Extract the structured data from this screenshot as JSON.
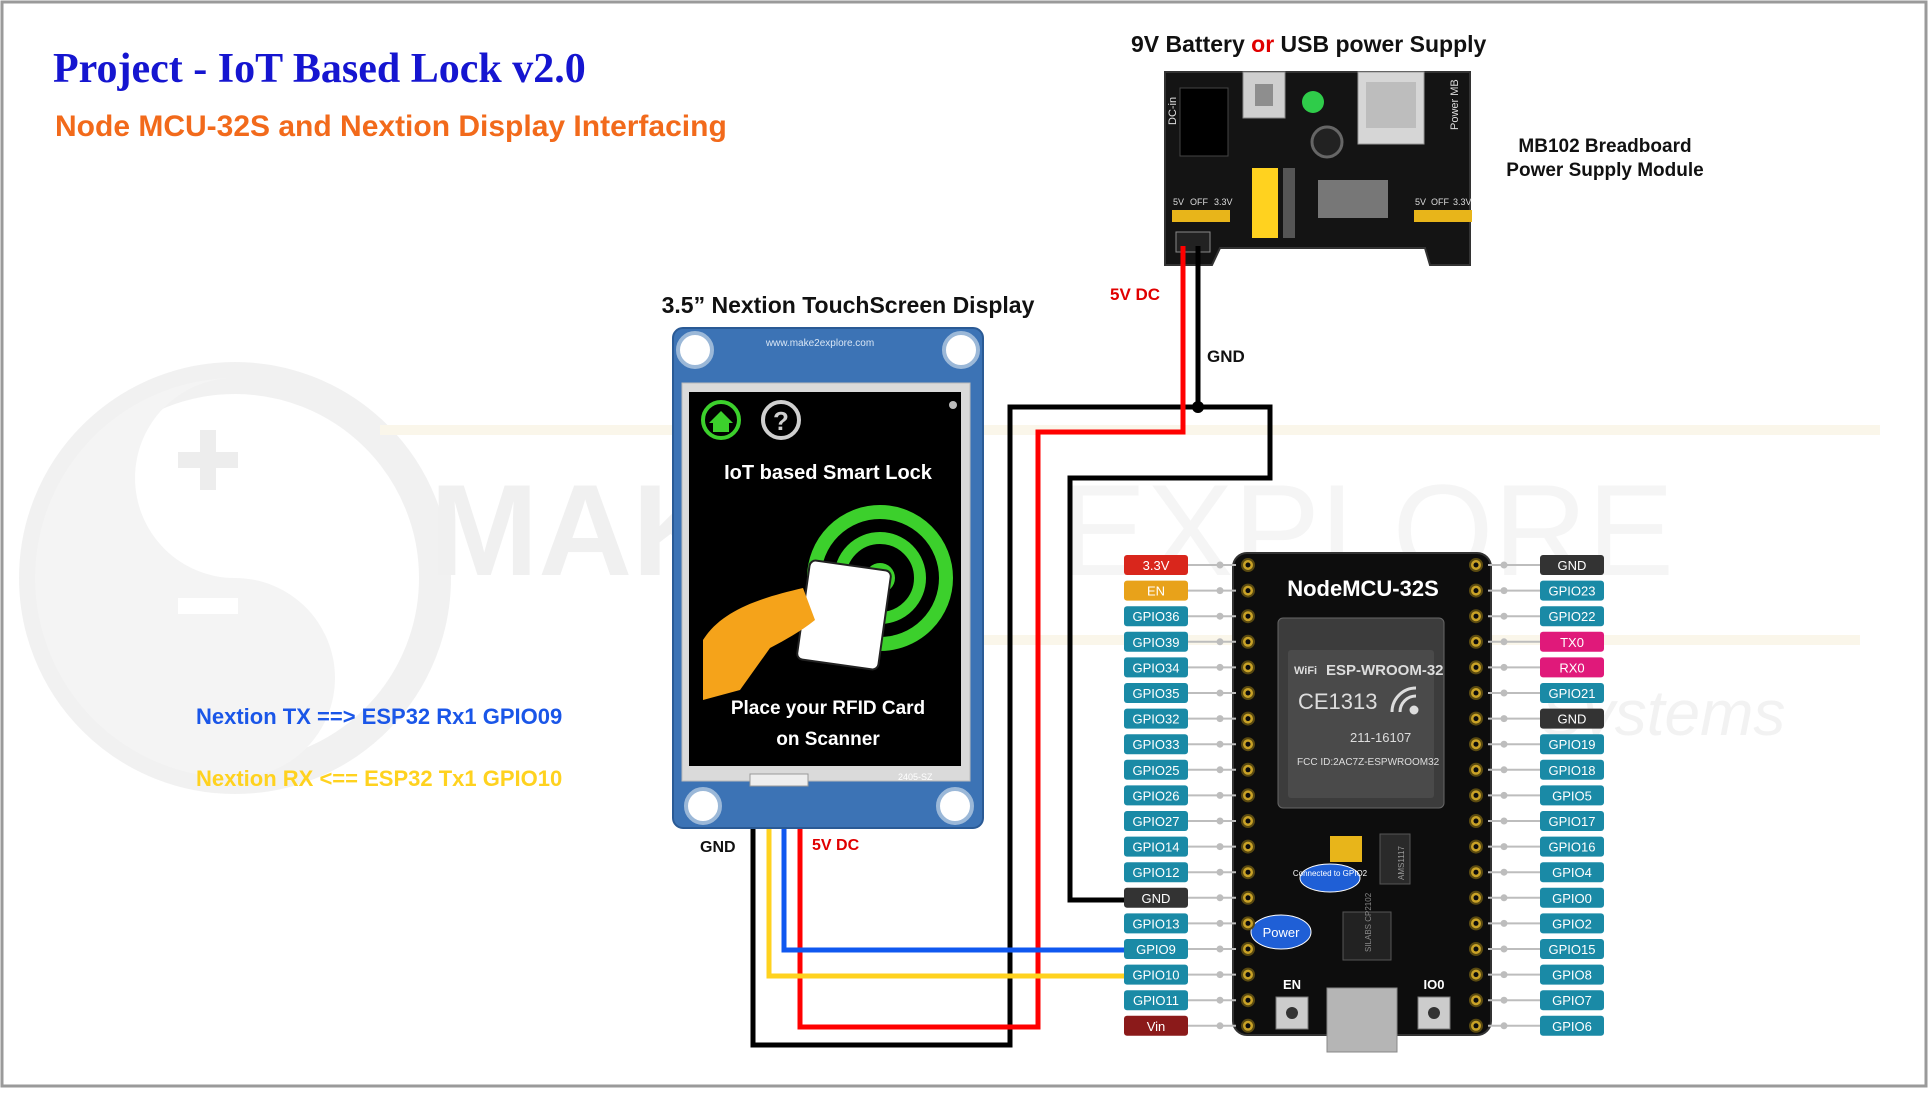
{
  "title": "Project - IoT Based Lock v2.0",
  "subtitle": "Node MCU-32S and Nextion Display Interfacing",
  "power": {
    "label_before": "9V Battery ",
    "label_or": "or",
    "label_after": " USB power Supply",
    "module_line1": "MB102  Breadboard",
    "module_line2": "Power Supply Module",
    "board_dcin": "DC-in",
    "board_pm": "Power MB",
    "board_5v_left": "5V",
    "board_off_left": "OFF",
    "board_33_left": "3.3V",
    "board_5v_right": "5V",
    "board_off_right": "OFF",
    "board_33_right": "3.3V"
  },
  "wires": {
    "top_5v_label": "5V DC",
    "top_gnd_label": "GND",
    "bottom_gnd_label": "GND",
    "bottom_5v_label": "5V DC",
    "colors": {
      "vcc": "#ff0000",
      "gnd": "#000000",
      "tx": "#0055ff",
      "rx": "#ffd600"
    }
  },
  "display": {
    "title": "3.5” Nextion TouchScreen Display",
    "url": "www.make2explore.com",
    "screen_title": "IoT based Smart Lock",
    "screen_msg1": "Place your RFID Card",
    "screen_msg2": "on Scanner",
    "model": "2405-SZ",
    "home_icon": "home-icon",
    "help_icon": "help-icon",
    "help_glyph": "?"
  },
  "notes": {
    "tx": "Nextion TX ==> ESP32 Rx1 GPIO09",
    "rx": "Nextion RX <== ESP32 Tx1 GPIO10",
    "tx_color": "#1a56e8",
    "rx_color": "#ffd21f"
  },
  "esp": {
    "board_title": "NodeMCU-32S",
    "module": "ESP-WROOM-32",
    "wifi": "WiFi",
    "ce": "CE1313",
    "r_code": "211-16107",
    "fcc": "FCC ID:2AC7Z-ESPWROOM32",
    "chip": "AMS1117",
    "chip2": "SILABS CP2102",
    "bubble1": "Connected to GPIO2",
    "bubble2": "Power",
    "btn_en": "EN",
    "btn_io0": "IO0",
    "left_pins": [
      {
        "label": "3.3V",
        "color": "#d9261c"
      },
      {
        "label": "EN",
        "color": "#e8a21a"
      },
      {
        "label": "GPIO36",
        "color": "#1a8aa6"
      },
      {
        "label": "GPIO39",
        "color": "#1a8aa6"
      },
      {
        "label": "GPIO34",
        "color": "#1a8aa6"
      },
      {
        "label": "GPIO35",
        "color": "#1a8aa6"
      },
      {
        "label": "GPIO32",
        "color": "#1a8aa6"
      },
      {
        "label": "GPIO33",
        "color": "#1a8aa6"
      },
      {
        "label": "GPIO25",
        "color": "#1a8aa6"
      },
      {
        "label": "GPIO26",
        "color": "#1a8aa6"
      },
      {
        "label": "GPIO27",
        "color": "#1a8aa6"
      },
      {
        "label": "GPIO14",
        "color": "#1a8aa6"
      },
      {
        "label": "GPIO12",
        "color": "#1a8aa6"
      },
      {
        "label": "GND",
        "color": "#333333"
      },
      {
        "label": "GPIO13",
        "color": "#1a8aa6"
      },
      {
        "label": "GPIO9",
        "color": "#1a8aa6"
      },
      {
        "label": "GPIO10",
        "color": "#1a8aa6"
      },
      {
        "label": "GPIO11",
        "color": "#1a8aa6"
      },
      {
        "label": "Vin",
        "color": "#8b1a1a"
      }
    ],
    "right_pins": [
      {
        "label": "GND",
        "color": "#333333"
      },
      {
        "label": "GPIO23",
        "color": "#1a8aa6"
      },
      {
        "label": "GPIO22",
        "color": "#1a8aa6"
      },
      {
        "label": "TX0",
        "color": "#e0197a"
      },
      {
        "label": "RX0",
        "color": "#e0197a"
      },
      {
        "label": "GPIO21",
        "color": "#1a8aa6"
      },
      {
        "label": "GND",
        "color": "#333333"
      },
      {
        "label": "GPIO19",
        "color": "#1a8aa6"
      },
      {
        "label": "GPIO18",
        "color": "#1a8aa6"
      },
      {
        "label": "GPIO5",
        "color": "#1a8aa6"
      },
      {
        "label": "GPIO17",
        "color": "#1a8aa6"
      },
      {
        "label": "GPIO16",
        "color": "#1a8aa6"
      },
      {
        "label": "GPIO4",
        "color": "#1a8aa6"
      },
      {
        "label": "GPIO0",
        "color": "#1a8aa6"
      },
      {
        "label": "GPIO2",
        "color": "#1a8aa6"
      },
      {
        "label": "GPIO15",
        "color": "#1a8aa6"
      },
      {
        "label": "GPIO8",
        "color": "#1a8aa6"
      },
      {
        "label": "GPIO7",
        "color": "#1a8aa6"
      },
      {
        "label": "GPIO6",
        "color": "#1a8aa6"
      }
    ]
  },
  "watermark": {
    "word1": "MAKE",
    "word2": "EXPLORE",
    "word3": "Systems"
  }
}
